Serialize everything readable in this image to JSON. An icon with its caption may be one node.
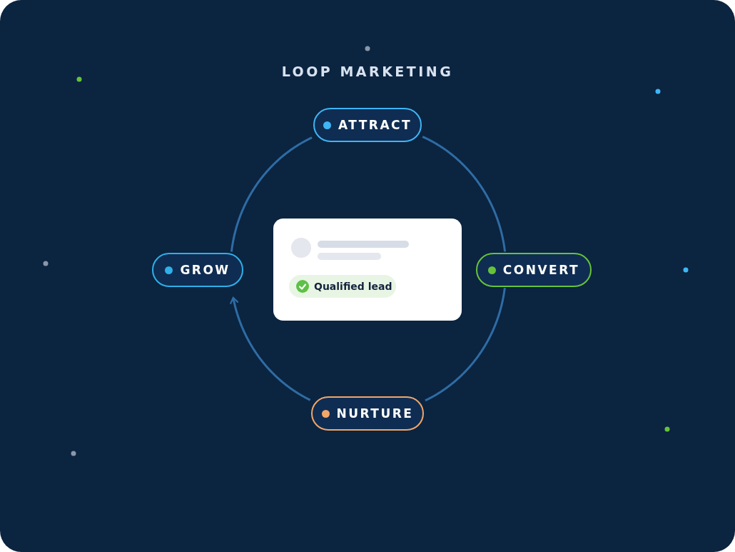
{
  "diagram": {
    "title": "LOOP MARKETING",
    "nodes": [
      {
        "text": [
          "ATTRACT"
        ]
      },
      {
        "text": [
          "GROW"
        ]
      },
      {
        "text": [],
        "shape": "box"
      },
      {
        "text": [
          "Qualified lead"
        ],
        "in": 2
      },
      {
        "text": [
          "CONVERT"
        ]
      },
      {
        "text": [
          "NURTURE"
        ]
      }
    ],
    "edges": [
      {
        "from": 1,
        "to": 0,
        "arrow": "none"
      },
      {
        "from": 0,
        "to": 4,
        "arrow": "none"
      },
      {
        "from": 4,
        "to": 5,
        "arrow": "none"
      },
      {
        "from": 5,
        "to": 1,
        "arrow": "to"
      }
    ]
  }
}
